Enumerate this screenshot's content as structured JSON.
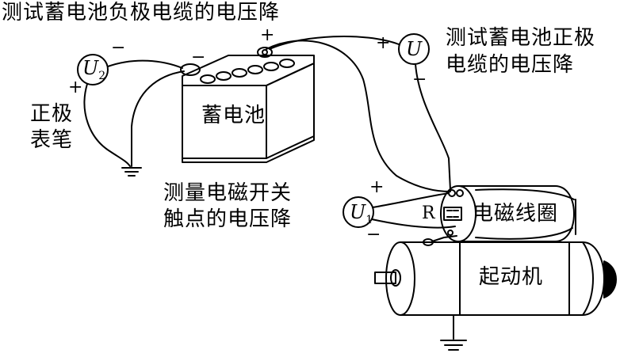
{
  "labels": {
    "neg_cable_drop": "测试蓄电池负极电缆的电压降",
    "pos_cable_drop_line1": "测试蓄电池正极",
    "pos_cable_drop_line2": "电缆的电压降",
    "battery": "蓄电池",
    "probe_line1": "正极",
    "probe_line2": "表笔",
    "switch_drop_line1": "测量电磁开关",
    "switch_drop_line2": "触点的电压降",
    "coil": "电磁线圈",
    "starter": "起动机",
    "resistor": "R"
  },
  "meters": [
    {
      "id": "U2",
      "letter": "U",
      "sub": "2"
    },
    {
      "id": "U",
      "letter": "U",
      "sub": ""
    },
    {
      "id": "U1",
      "letter": "U",
      "sub": "1"
    }
  ],
  "signs": {
    "plus": "+",
    "minus": "−"
  }
}
